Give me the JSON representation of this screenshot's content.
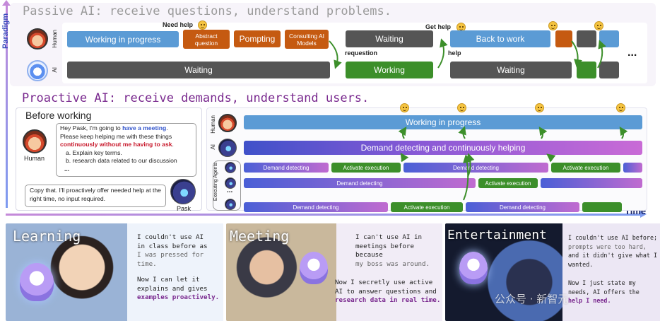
{
  "axes": {
    "paradigm": "Paradigm",
    "time": "Time"
  },
  "passive": {
    "title": "Passive AI: receive questions, understand problems.",
    "human_label": "Human",
    "ai_label": "AI",
    "boxes": {
      "working_in_progress": "Working in progress",
      "abstract_question": "Abstract question",
      "pompting": "Pompting",
      "consulting": "Consulting AI Models",
      "waiting_human": "Waiting",
      "back_to_work": "Back to work",
      "waiting_ai_1": "Waiting",
      "working_ai": "Working",
      "waiting_ai_2": "Waiting"
    },
    "annotations": {
      "need_help": "Need help",
      "requestion": "requestion",
      "get_help": "Get help",
      "help": "help",
      "ellipsis": "..."
    }
  },
  "proactive": {
    "title": "Proactive AI: receive demands, understand users.",
    "before_working": "Before working",
    "human_caption": "Human",
    "pask_caption": "Pask",
    "message": {
      "line1_a": "Hey Pask, I'm going to ",
      "line1_b": "have a meeting",
      "line1_c": ".",
      "line2": "Please keep helping me with these things",
      "line3_a": "continuously without me having to ask",
      "line3_b": ".",
      "item_a": "a. Explain key terms.",
      "item_b": "b. research data related to our discussion",
      "ellipsis": "..."
    },
    "reply": "Copy that. I'll proactively offer needed help at the right time, no input required.",
    "row_labels": {
      "human": "Human",
      "ai": "AI",
      "agents": "Executing Agents"
    },
    "bars": {
      "human_working": "Working in progress",
      "ai_detecting": "Demand detecting and continuously helping",
      "r1_detect_1": "Demand detecting",
      "r1_exec_1": "Activate execution",
      "r1_detect_2": "Demand detecting",
      "r1_exec_2": "Activate execution",
      "r2_detect": "Demand detecting",
      "r2_exec": "Activate execution",
      "r3_detect_1": "Demand detecting",
      "r3_exec": "Activate execution",
      "r3_detect_2": "Demand detecting"
    },
    "agents_ellipsis": "..."
  },
  "scenes": [
    {
      "title": "Learning",
      "before": [
        "I couldn't use AI",
        "in class before as",
        "I was pressed for time."
      ],
      "after": [
        "Now I can let it",
        "explains and gives",
        "examples proactively."
      ]
    },
    {
      "title": "Meeting",
      "before": [
        "I can't use AI in",
        "meetings before because",
        "my boss was around."
      ],
      "after": [
        "Now I secretly use active",
        "AI to answer questions and",
        "research data in real time."
      ]
    },
    {
      "title": "Entertainment",
      "before": [
        "I couldn't use AI before;",
        "prompts were too hard,",
        "and it didn't give what I",
        "wanted."
      ],
      "after": [
        "Now I just state my",
        "needs, AI offers the",
        "help I need."
      ]
    }
  ],
  "watermark": "公众号 · 新智元",
  "colors": {
    "blue": "#5b9bd5",
    "orange": "#c55a11",
    "gray": "#555555",
    "green": "#3c8f2a",
    "purple_title": "#7a2a8f",
    "gradient_pink": "#c06bd0",
    "gradient_blue": "#4a5fd6"
  }
}
